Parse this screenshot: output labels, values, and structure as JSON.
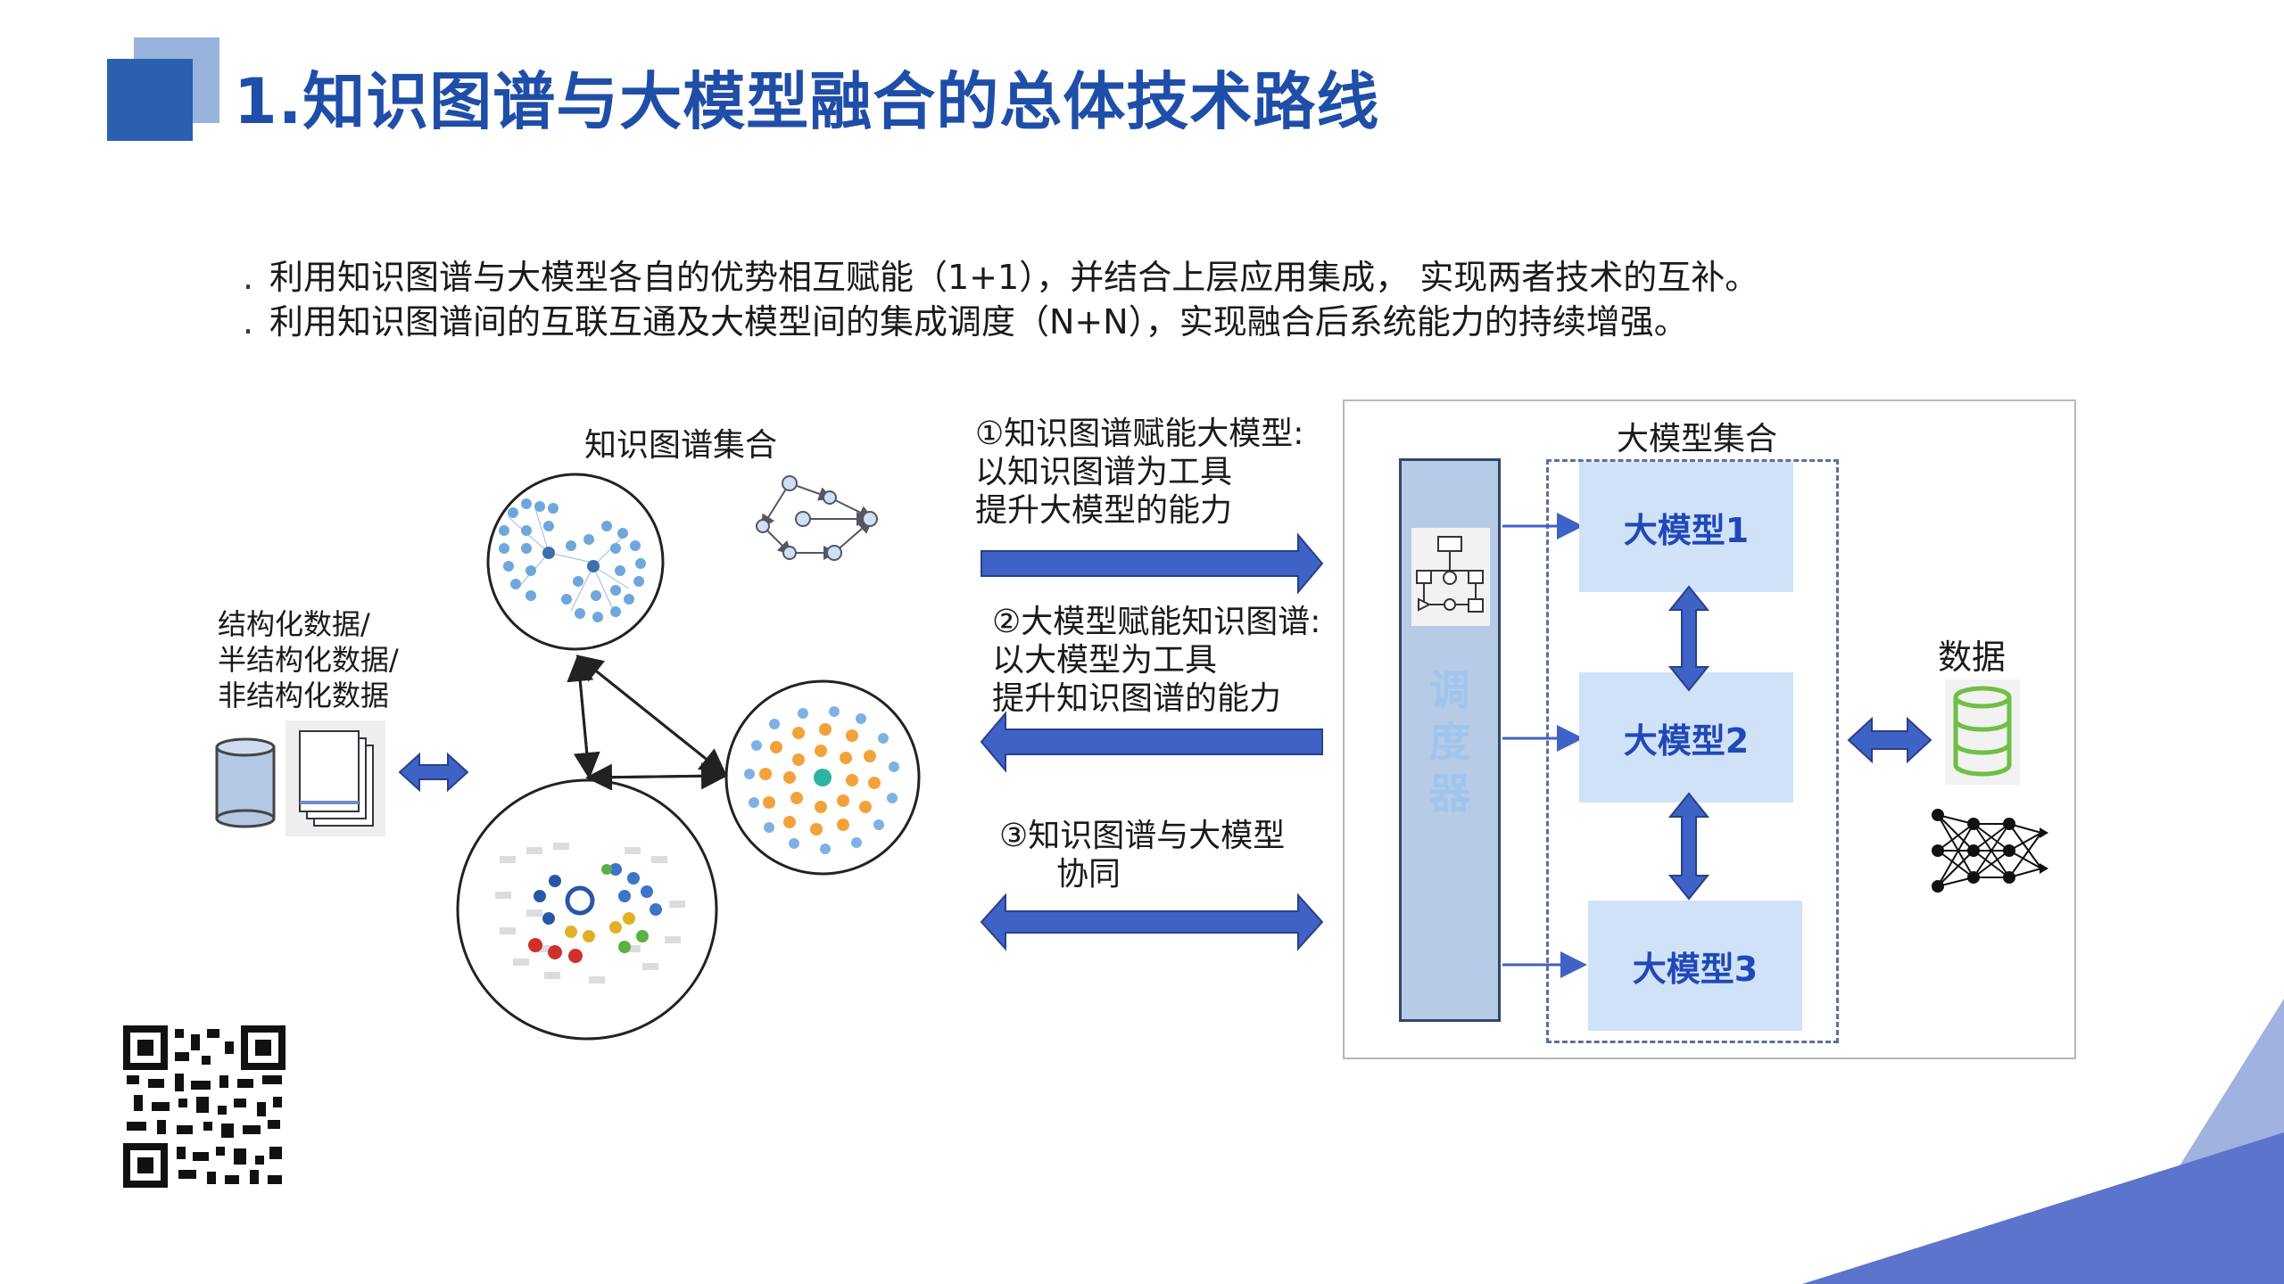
{
  "title": "1.知识图谱与大模型融合的总体技术路线",
  "bullets": [
    "利用知识图谱与大模型各自的优势相互赋能（1+1），并结合上层应用集成， 实现两者技术的互补。",
    "利用知识图谱间的互联互通及大模型间的集成调度（N+N），实现融合后系统能力的持续增强。"
  ],
  "bullet_marker": ".",
  "left_panel": {
    "kg_set_label": "知识图谱集合",
    "data_types": [
      "结构化数据/",
      "半结构化数据/",
      "非结构化数据"
    ]
  },
  "annotations": {
    "a1": [
      "①知识图谱赋能大模型:",
      "以知识图谱为工具",
      "提升大模型的能力"
    ],
    "a2": [
      "②大模型赋能知识图谱:",
      "以大模型为工具",
      "提升知识图谱的能力"
    ],
    "a3": [
      "③知识图谱与大模型",
      "协同"
    ]
  },
  "right_panel": {
    "model_set_label": "大模型集合",
    "scheduler_label": "调度器",
    "models": [
      "大模型1",
      "大模型2",
      "大模型3"
    ],
    "data_label": "数据"
  },
  "colors": {
    "title": "#1f4ea8",
    "arrow": "#3f62c6",
    "model_box": "#cfe2f8",
    "model_text": "#2148b8",
    "scheduler_fill": "#b7cbe6",
    "corner_triangle": "#5c74cc"
  },
  "icons": [
    "cylinder-icon",
    "documents-icon",
    "flowchart-icon",
    "database-icon",
    "neural-network-icon",
    "qr-code-icon",
    "graph-network-icon"
  ]
}
